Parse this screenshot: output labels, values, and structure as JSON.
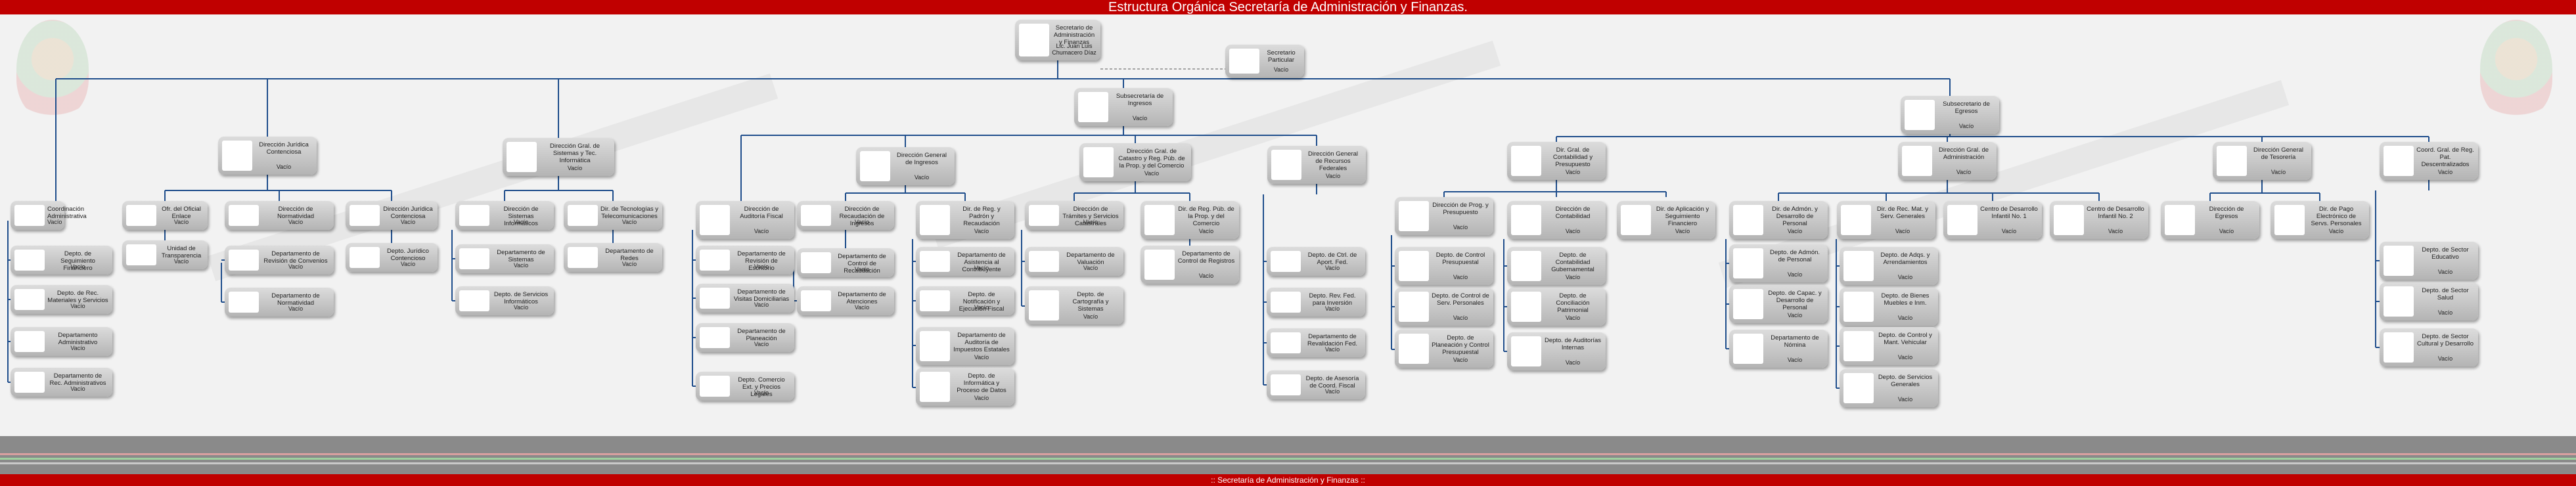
{
  "header": {
    "title": "Estructura Orgánica Secretaría de Administración y Finanzas."
  },
  "footer": {
    "text": ":: Secretaría de Administración y Finanzas ::"
  },
  "colors": {
    "header": "#c00000",
    "connector": "#1f4e8c",
    "node": "#c4c4c4"
  },
  "nodes": [
    {
      "id": "root",
      "name": "Secretario de Administración y Finanzas",
      "who": "Lic. Juan Luis Chumacero Díaz"
    },
    {
      "id": "sparticular",
      "name": "Secretario Particular",
      "who": "Vacío"
    },
    {
      "id": "sub_ing",
      "name": "Subsecretaría de Ingresos",
      "who": "Vacío"
    },
    {
      "id": "sub_egr",
      "name": "Subsecretario de Egresos",
      "who": "Vacío"
    },
    {
      "id": "dj",
      "name": "Dirección Jurídica Contenciosa",
      "who": "Vacío"
    },
    {
      "id": "dgsti",
      "name": "Dirección Gral. de Sistemas y Tec. Informática",
      "who": "Vacío"
    },
    {
      "id": "coord",
      "name": "Coordinación Administrativa",
      "who": "Vacío"
    },
    {
      "id": "ofcont",
      "name": "Ofr. del Oficial Enlace",
      "who": "Vacío"
    },
    {
      "id": "dnorm",
      "name": "Dirección de Normatividad",
      "who": "Vacío"
    },
    {
      "id": "djcont",
      "name": "Dirección Jurídica Contenciosa",
      "who": "Vacío"
    },
    {
      "id": "dsis",
      "name": "Dirección de Sistemas Informáticos",
      "who": "Vacío"
    },
    {
      "id": "dtec",
      "name": "Dir. de Tecnologías y Telecomunicaciones",
      "who": "Vacío"
    },
    {
      "id": "c1",
      "name": "Depto. de Seguimiento Financiero",
      "who": "Vacío"
    },
    {
      "id": "c2",
      "name": "Depto. de Rec. Materiales y Servicios",
      "who": "Vacío"
    },
    {
      "id": "c3",
      "name": "Departamento Administrativo",
      "who": "Vacío"
    },
    {
      "id": "c4",
      "name": "Departamento de Rec. Administrativos",
      "who": "Vacío"
    },
    {
      "id": "o1",
      "name": "Unidad de Transparencia",
      "who": "Vacío"
    },
    {
      "id": "n1",
      "name": "Departamento de Revisión de Convenios",
      "who": "Vacío"
    },
    {
      "id": "n2",
      "name": "Departamento de Normatividad",
      "who": "Vacío"
    },
    {
      "id": "j1",
      "name": "Depto. Jurídico Contencioso",
      "who": "Vacío"
    },
    {
      "id": "s1",
      "name": "Departamento de Sistemas",
      "who": "Vacío"
    },
    {
      "id": "s2",
      "name": "Depto. de Servicios Informáticos",
      "who": "Vacío"
    },
    {
      "id": "t1",
      "name": "Departamento de Redes",
      "who": "Vacío"
    },
    {
      "id": "daf",
      "name": "Dirección de Auditoría Fiscal",
      "who": "Vacío"
    },
    {
      "id": "dgi",
      "name": "Dirección General de Ingresos",
      "who": "Vacío"
    },
    {
      "id": "dgcpp",
      "name": "Dirección Gral. de Catastro y Reg. Púb. de la Prop. y del Comercio",
      "who": "Vacío"
    },
    {
      "id": "dgrf",
      "name": "Dirección General de Recursos Federales",
      "who": "Vacío"
    },
    {
      "id": "a1",
      "name": "Departamento de Revisión de Escritorio",
      "who": "Vacío"
    },
    {
      "id": "a2",
      "name": "Departamento de Visitas Domiciliarias",
      "who": "Vacío"
    },
    {
      "id": "a3",
      "name": "Departamento de Planeación",
      "who": "Vacío"
    },
    {
      "id": "a4",
      "name": "Depto. Comercio Ext. y Precios Legales",
      "who": "Vacío"
    },
    {
      "id": "drecing",
      "name": "Dirección de Recaudación de Ingresos",
      "who": "Vacío"
    },
    {
      "id": "dregpad",
      "name": "Dir. de Reg. y Padrón y Recaudación",
      "who": "Vacío"
    },
    {
      "id": "r1",
      "name": "Departamento de Control de Recaudación",
      "who": "Vacío"
    },
    {
      "id": "r2",
      "name": "Departamento de Atenciones",
      "who": "Vacío"
    },
    {
      "id": "p1",
      "name": "Departamento de Asistencia al Contribuyente",
      "who": "Vacío"
    },
    {
      "id": "p2",
      "name": "Depto. de Notificación y Ejecución Fiscal",
      "who": "Vacío"
    },
    {
      "id": "p3",
      "name": "Departamento de Auditoría de Impuestos Estatales",
      "who": "Vacío"
    },
    {
      "id": "p4",
      "name": "Depto. de Informática y Proceso de Datos",
      "who": "Vacío"
    },
    {
      "id": "dtsc",
      "name": "Dirección de Trámites y Servicios Catastrales",
      "who": "Vacío"
    },
    {
      "id": "drppc",
      "name": "Dir. de Reg. Púb. de la Prop. y del Comercio",
      "who": "Vacío"
    },
    {
      "id": "ct1",
      "name": "Departamento de Valuación",
      "who": "Vacío"
    },
    {
      "id": "ct2",
      "name": "Depto. de Cartografía y Sistemas",
      "who": "Vacío"
    },
    {
      "id": "rp1",
      "name": "Departamento de Control de Registros",
      "who": "Vacío"
    },
    {
      "id": "f1",
      "name": "Depto. de Ctrl. de Aport. Fed.",
      "who": "Vacío"
    },
    {
      "id": "f2",
      "name": "Depto. Rev. Fed. para Inversión",
      "who": "Vacío"
    },
    {
      "id": "f3",
      "name": "Departamento de Revalidación Fed.",
      "who": "Vacío"
    },
    {
      "id": "f4",
      "name": "Depto. de Asesoría de Coord. Fiscal",
      "who": "Vacío"
    },
    {
      "id": "dgcpres",
      "name": "Dir. Gral. de Contabilidad y Presupuesto",
      "who": "Vacío"
    },
    {
      "id": "dgadm",
      "name": "Dirección Gral. de Administración",
      "who": "Vacío"
    },
    {
      "id": "dgtes",
      "name": "Dirección General de Tesorería",
      "who": "Vacío"
    },
    {
      "id": "cgrec",
      "name": "Coord. Gral. de Reg. Pat. Descentralizados",
      "who": "Vacío"
    },
    {
      "id": "dpp",
      "name": "Dirección de Prog. y Presupuesto",
      "who": "Vacío"
    },
    {
      "id": "dcont",
      "name": "Dirección de Contabilidad",
      "who": "Vacío"
    },
    {
      "id": "dapl",
      "name": "Dir. de Aplicación y Seguimiento Financiero",
      "who": "Vacío"
    },
    {
      "id": "pp1",
      "name": "Depto. de Control Presupuestal",
      "who": "Vacío"
    },
    {
      "id": "pp2",
      "name": "Depto. de Control de Serv. Personales",
      "who": "Vacío"
    },
    {
      "id": "pp3",
      "name": "Depto. de Planeación y Control Presupuestal",
      "who": "Vacío"
    },
    {
      "id": "co1",
      "name": "Depto. de Contabilidad Gubernamental",
      "who": "Vacío"
    },
    {
      "id": "co2",
      "name": "Depto. de Conciliación Patrimonial",
      "who": "Vacío"
    },
    {
      "id": "co3",
      "name": "Depto. de Auditorías Internas",
      "who": "Vacío"
    },
    {
      "id": "dadmp",
      "name": "Dir. de Admón. y Desarrollo de Personal",
      "who": "Vacío"
    },
    {
      "id": "drmat",
      "name": "Dir. de Rec. Mat. y Serv. Generales",
      "who": "Vacío"
    },
    {
      "id": "cdi1",
      "name": "Centro de Desarrollo Infantil No. 1",
      "who": "Vacío"
    },
    {
      "id": "cdi2",
      "name": "Centro de Desarrollo Infantil No. 2",
      "who": "Vacío"
    },
    {
      "id": "ad1",
      "name": "Depto. de Admón. de Personal",
      "who": "Vacío"
    },
    {
      "id": "ad2",
      "name": "Depto. de Capac. y Desarrollo de Personal",
      "who": "Vacío"
    },
    {
      "id": "ad3",
      "name": "Departamento de Nómina",
      "who": "Vacío"
    },
    {
      "id": "rm1",
      "name": "Depto. de Adqs. y Arrendamientos",
      "who": "Vacío"
    },
    {
      "id": "rm2",
      "name": "Depto. de Bienes Muebles e Inm.",
      "who": "Vacío"
    },
    {
      "id": "rm3",
      "name": "Depto. de Control y Mant. Vehicular",
      "who": "Vacío"
    },
    {
      "id": "rm4",
      "name": "Depto. de Servicios Generales",
      "who": "Vacío"
    },
    {
      "id": "degr",
      "name": "Dirección de Egresos",
      "who": "Vacío"
    },
    {
      "id": "dpago",
      "name": "Dir. de Pago Electrónico de Servs. Personales",
      "who": "Vacío"
    },
    {
      "id": "ds1",
      "name": "Depto. de Sector Educativo",
      "who": "Vacío"
    },
    {
      "id": "ds2",
      "name": "Depto. de Sector Salud",
      "who": "Vacío"
    },
    {
      "id": "ds3",
      "name": "Depto. de Sector Cultural y Desarrollo",
      "who": "Vacío"
    }
  ]
}
